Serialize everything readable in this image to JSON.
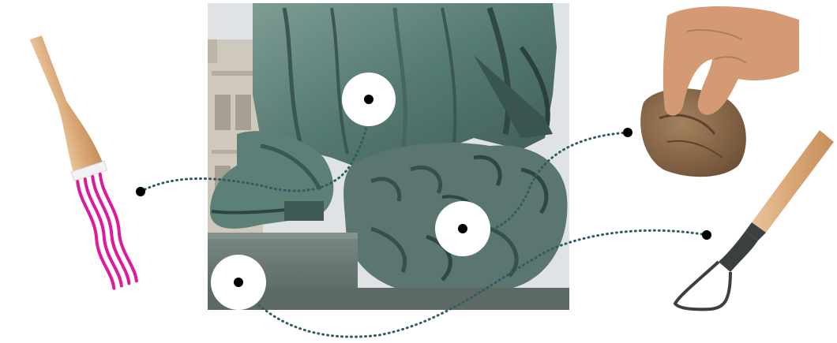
{
  "colors": {
    "background": "#ffffff",
    "connector": "#2f5b63",
    "marker_fill": "#ffffff",
    "marker_dot": "#000000",
    "bristle_accent": "#e0199a",
    "wood": "#d9ab7c",
    "bronze": "#5e7f78",
    "stone": "#6f7e78",
    "clay": "#8b6b4c",
    "skin": "#d49a73",
    "metal": "#3c3f40"
  },
  "items": {
    "photo": {
      "icon": "statue-base-photo"
    },
    "tools": [
      {
        "icon": "paint-brush-icon"
      },
      {
        "icon": "clay-sponge-icon"
      },
      {
        "icon": "loop-tool-icon"
      }
    ],
    "markers": [
      {
        "icon": "marker-shoe"
      },
      {
        "icon": "marker-flowers"
      },
      {
        "icon": "marker-plinth"
      }
    ]
  }
}
